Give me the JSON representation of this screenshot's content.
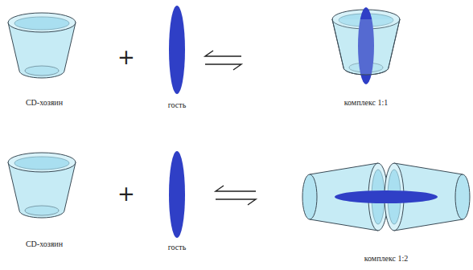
{
  "diagram": {
    "labels": [
      "CD-хозяин",
      "+",
      "гость",
      "комплекс 1:1",
      "CD-хозяин",
      "+",
      "гость",
      "комплекс 1:2"
    ]
  }
}
